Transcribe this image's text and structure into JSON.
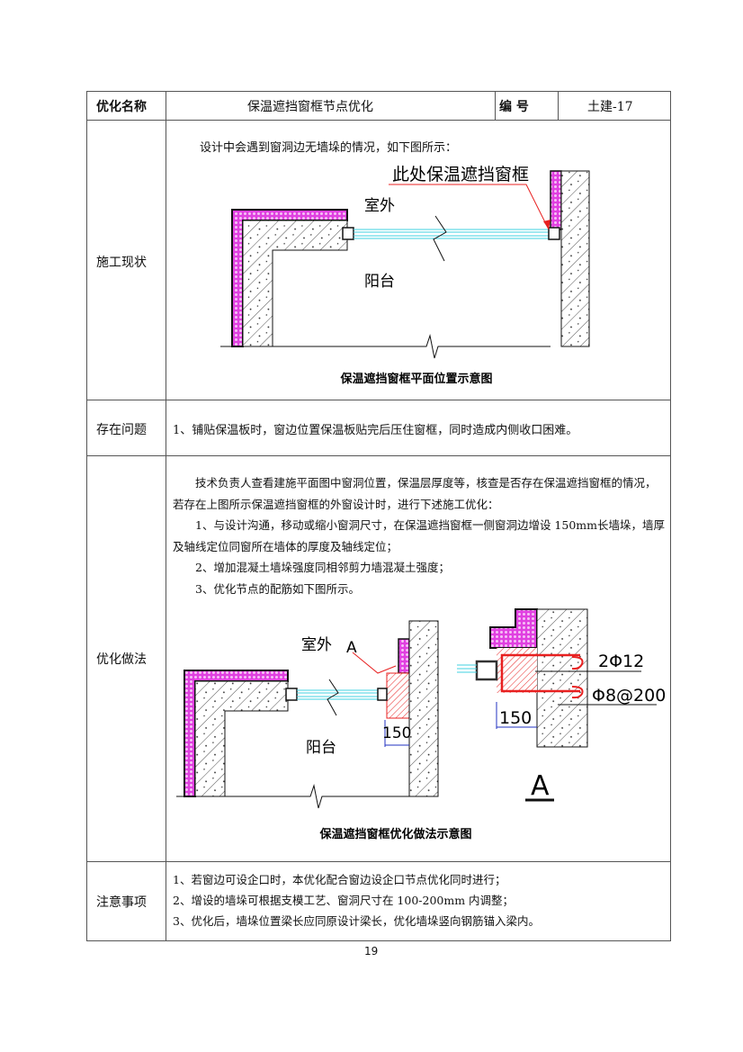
{
  "header": {
    "name_label": "优化名称",
    "name_value": "保温遮挡窗框节点优化",
    "number_label": "编 号",
    "number_value": "土建-17"
  },
  "rows": {
    "status": {
      "label": "施工现状",
      "intro": "设计中会遇到窗洞边无墙垛的情况，如下图所示：",
      "fig": {
        "callout": "此处保温遮挡窗框",
        "outside": "室外",
        "balcony": "阳台",
        "caption": "保温遮挡窗框平面位置示意图"
      }
    },
    "problem": {
      "label": "存在问题",
      "text": "1、铺贴保温板时，窗边位置保温板贴完后压住窗框，同时造成内侧收口困难。"
    },
    "method": {
      "label": "优化做法",
      "p1": "技术负责人查看建施平面图中窗洞位置，保温层厚度等，核查是否存在保温遮挡窗框的情况，若存在上图所示保温遮挡窗框的外窗设计时，进行下述施工优化：",
      "p2": "1、与设计沟通，移动或缩小窗洞尺寸，在保温遮挡窗框一侧窗洞边增设 150mm长墙垛，墙厚及轴线定位同窗所在墙体的厚度及轴线定位；",
      "p3": "2、增加混凝土墙垛强度同相邻剪力墙混凝土强度；",
      "p4": "3、优化节点的配筋如下图所示。",
      "fig": {
        "outside": "室外",
        "balcony": "阳台",
        "detail_tag": "A",
        "dim": "150",
        "rebar1": "2Φ12",
        "rebar2": "Φ8@200",
        "detail_dim": "150",
        "detail_title": "A",
        "caption": "保温遮挡窗框优化做法示意图"
      }
    },
    "notes": {
      "label": "注意事项",
      "items": [
        "1、若窗边可设企口时，本优化配合窗边设企口节点优化同时进行；",
        "2、增设的墙垛可根据支模工艺、窗洞尺寸在 100-200mm 内调整；",
        "3、优化后，墙垛位置梁长应同原设计梁长，优化墙垛竖向钢筋锚入梁内。"
      ]
    }
  },
  "page_number": "19",
  "colors": {
    "insulation": "#e040e0",
    "rebar": "#e82020",
    "glass": "#40d0e0",
    "dim": "#2030c0"
  }
}
